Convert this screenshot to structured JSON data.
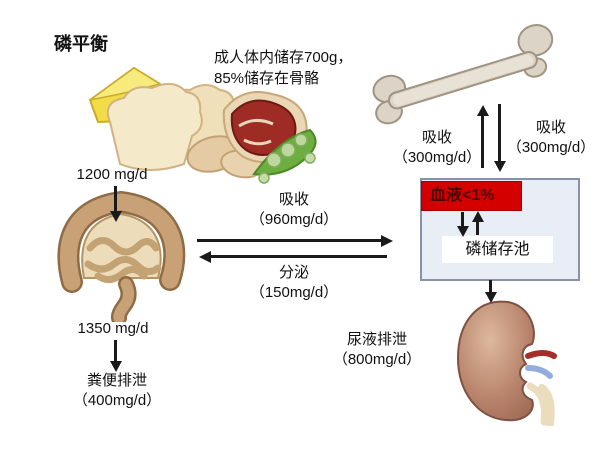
{
  "title": "磷平衡",
  "note": {
    "line1": "成人体内储存700g，",
    "line2": "85%储存在骨骼"
  },
  "flows": {
    "intake_value": "1200 mg/d",
    "absorption_label": "吸收",
    "absorption_value": "（960mg/d）",
    "secretion_label": "分泌",
    "secretion_value": "（150mg/d）",
    "to_feces_value": "1350 mg/d",
    "fecal_label": "粪便排泄",
    "fecal_value": "（400mg/d）",
    "bone_uptake_label": "吸收",
    "bone_uptake_value": "（300mg/d）",
    "bone_release_label": "吸收",
    "bone_release_value": "（300mg/d）",
    "urine_label": "尿液排泄",
    "urine_value": "（800mg/d）"
  },
  "pool": {
    "blood_label": "血液<1%",
    "pool_label": "磷储存池"
  },
  "colors": {
    "blood_red": "#d40000",
    "box_fill": "#e9edf6",
    "box_border": "#8791a8",
    "arrow_black": "#1a1a1a"
  },
  "icons": {
    "food": "food-illustration",
    "bone": "bone-icon",
    "intestine": "intestine-icon",
    "kidney": "kidney-icon"
  }
}
